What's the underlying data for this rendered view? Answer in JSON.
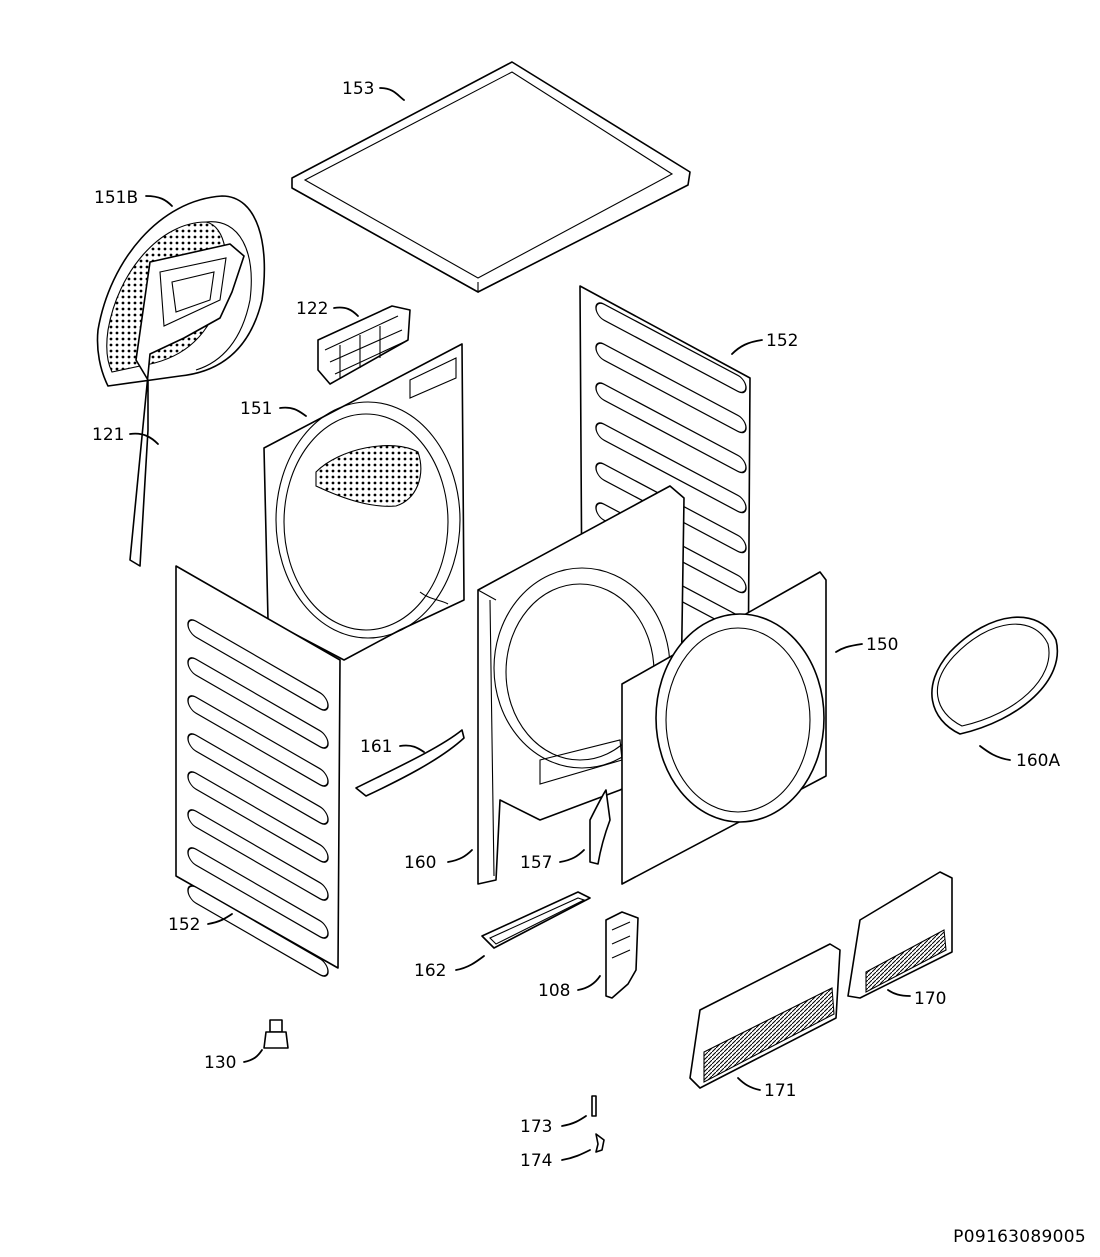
{
  "diagram_code": "P09163089005",
  "parts": [
    {
      "id": "153"
    },
    {
      "id": "151B"
    },
    {
      "id": "122"
    },
    {
      "id": "152",
      "side": "right"
    },
    {
      "id": "151"
    },
    {
      "id": "121"
    },
    {
      "id": "150"
    },
    {
      "id": "160A"
    },
    {
      "id": "161"
    },
    {
      "id": "160"
    },
    {
      "id": "157"
    },
    {
      "id": "152",
      "side": "left"
    },
    {
      "id": "162"
    },
    {
      "id": "108"
    },
    {
      "id": "170"
    },
    {
      "id": "130"
    },
    {
      "id": "171"
    },
    {
      "id": "173"
    },
    {
      "id": "174"
    }
  ]
}
